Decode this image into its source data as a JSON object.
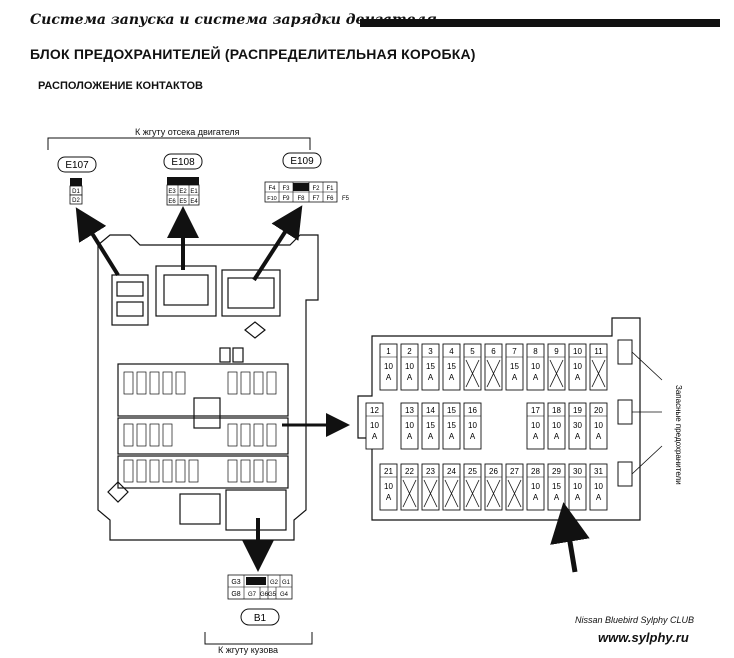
{
  "header": {
    "text": "Система запуска и система зарядки двигателя"
  },
  "title": "БЛОК ПРЕДОХРАНИТЕЛЕЙ (РАСПРЕДЕЛИТЕЛЬНАЯ КОРОБКА)",
  "subtitle": "РАСПОЛОЖЕНИЕ КОНТАКТОВ",
  "top_note": "К жгуту отсека двигателя",
  "bottom_note": "К жгуту кузова",
  "connectors": {
    "e107": {
      "label": "E107",
      "pins": [
        "D1",
        "D2"
      ]
    },
    "e108": {
      "label": "E108",
      "pins": [
        "E3",
        "E2",
        "E1",
        "E6",
        "E5",
        "E4"
      ]
    },
    "e109": {
      "label": "E109",
      "pins": [
        "F4",
        "F3",
        "F2",
        "F1",
        "F10",
        "F9",
        "F8",
        "F7",
        "F6",
        "F5"
      ]
    },
    "b1": {
      "label": "B1",
      "pins": [
        "G3",
        "G2",
        "G1",
        "G8",
        "G7",
        "G6",
        "G5",
        "G4"
      ]
    }
  },
  "side_label": "Запасные предохранители",
  "credit": {
    "line1": "Nissan Bluebird Sylphy CLUB",
    "line2": "www.sylphy.ru"
  },
  "fuses": {
    "row1": [
      {
        "n": "1",
        "amp": "10"
      },
      {
        "n": "2",
        "amp": "10"
      },
      {
        "n": "3",
        "amp": "15"
      },
      {
        "n": "4",
        "amp": "15"
      },
      {
        "n": "5",
        "amp": ""
      },
      {
        "n": "6",
        "amp": ""
      },
      {
        "n": "7",
        "amp": "15"
      },
      {
        "n": "8",
        "amp": "10"
      },
      {
        "n": "9",
        "amp": ""
      },
      {
        "n": "10",
        "amp": "10"
      },
      {
        "n": "11",
        "amp": ""
      }
    ],
    "row2": [
      {
        "n": "12",
        "amp": "10"
      },
      {
        "n": "13",
        "amp": "10"
      },
      {
        "n": "14",
        "amp": "15"
      },
      {
        "n": "15",
        "amp": "15"
      },
      {
        "n": "16",
        "amp": "10"
      },
      {
        "n": "17",
        "amp": "10"
      },
      {
        "n": "18",
        "amp": "10"
      },
      {
        "n": "19",
        "amp": "30"
      },
      {
        "n": "20",
        "amp": "10"
      }
    ],
    "row3": [
      {
        "n": "21",
        "amp": "10"
      },
      {
        "n": "22",
        "amp": ""
      },
      {
        "n": "23",
        "amp": ""
      },
      {
        "n": "24",
        "amp": ""
      },
      {
        "n": "25",
        "amp": ""
      },
      {
        "n": "26",
        "amp": ""
      },
      {
        "n": "27",
        "amp": ""
      },
      {
        "n": "28",
        "amp": "10"
      },
      {
        "n": "29",
        "amp": "15"
      },
      {
        "n": "30",
        "amp": "10"
      },
      {
        "n": "31",
        "amp": "10"
      }
    ],
    "unit": "A"
  }
}
